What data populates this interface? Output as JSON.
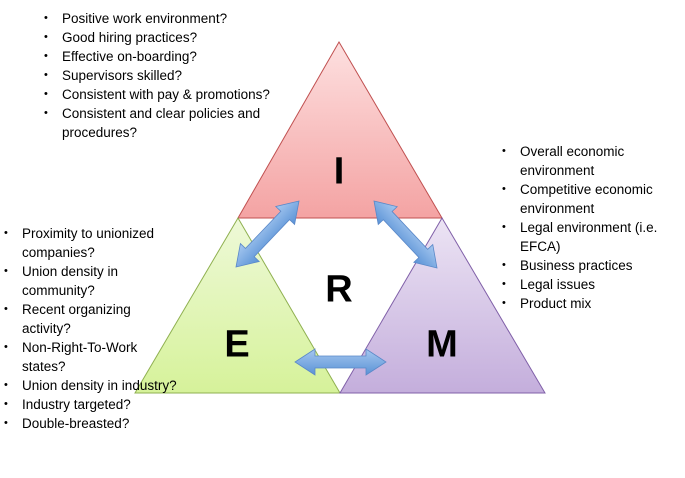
{
  "diagram": {
    "letters": {
      "top": "I",
      "center": "R",
      "left": "E",
      "right": "M"
    },
    "colors": {
      "top": "#f7aeae",
      "left": "#dcf2a8",
      "right": "#cdb8e0",
      "arrow": "#6fa3de"
    },
    "top_list": [
      "Positive work environment?",
      "Good hiring practices?",
      "Effective on-boarding?",
      "Supervisors skilled?",
      "Consistent with pay & promotions?",
      "Consistent and clear policies and procedures?"
    ],
    "left_list": [
      "Proximity to unionized companies?",
      "Union density in community?",
      "Recent organizing activity?",
      "Non-Right-To-Work states?",
      "Union density in industry?",
      "Industry targeted?",
      "Double-breasted?"
    ],
    "right_list": [
      "Overall economic environment",
      "Competitive economic environment",
      "Legal environment (i.e. EFCA)",
      "Business practices",
      "Legal issues",
      "Product mix"
    ]
  }
}
